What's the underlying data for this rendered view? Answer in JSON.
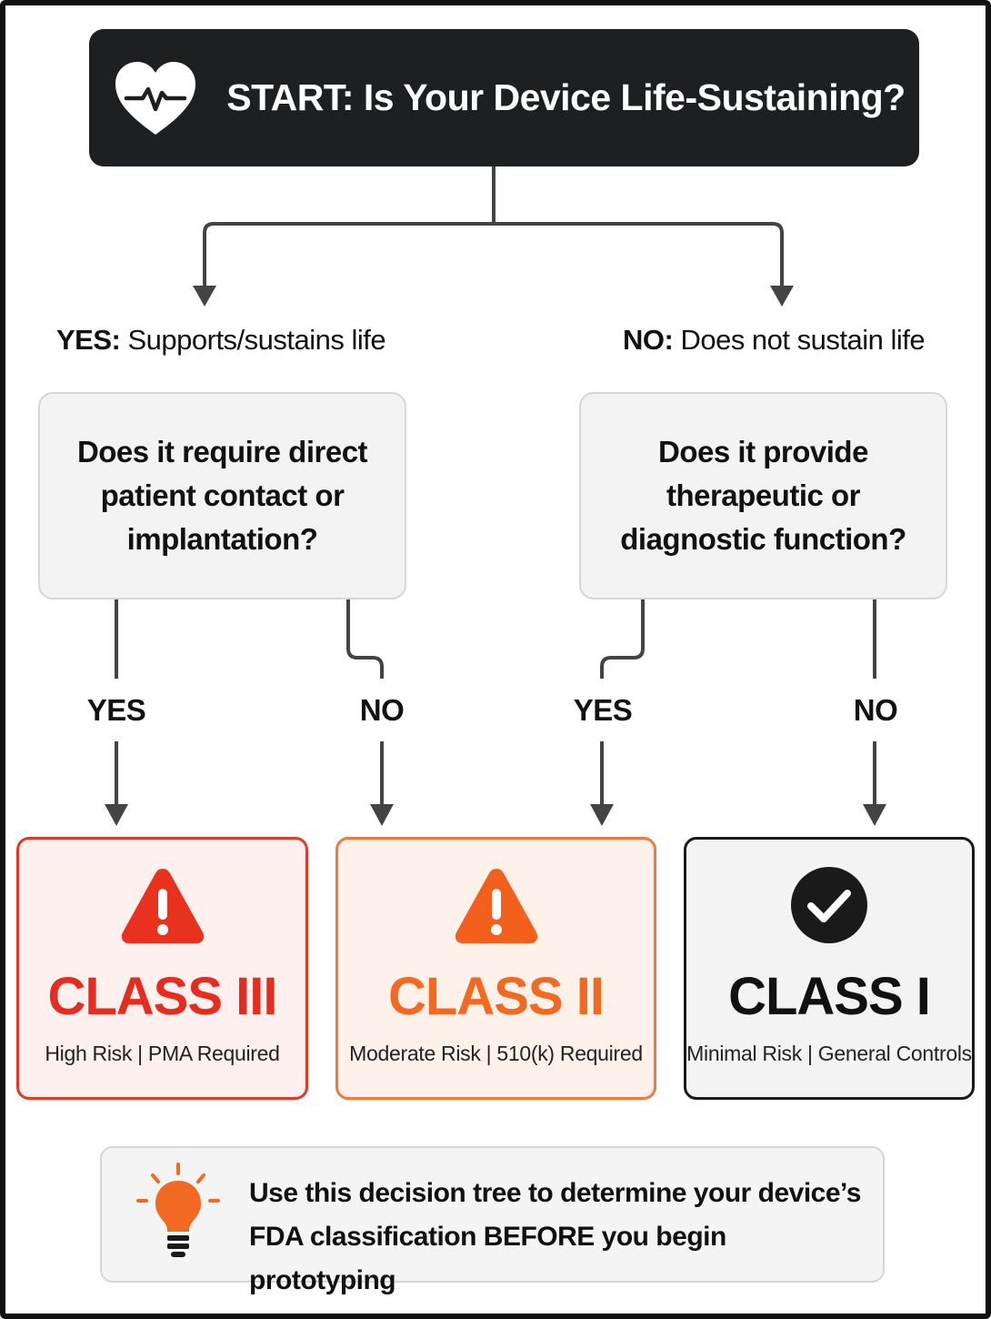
{
  "start": {
    "title": "START: Is Your Device Life-Sustaining?",
    "icon": "heart-pulse-icon"
  },
  "branches": {
    "yes": {
      "prefix": "YES:",
      "text": "Supports/sustains life"
    },
    "no": {
      "prefix": "NO:",
      "text": "Does not sustain life"
    }
  },
  "questions": {
    "left": "Does it require direct patient contact or implantation?",
    "right": "Does it provide therapeutic or diagnostic function?"
  },
  "answers": {
    "left_yes": "YES",
    "left_no": "NO",
    "right_yes": "YES",
    "right_no": "NO"
  },
  "classes": {
    "class_iii": {
      "name": "CLASS III",
      "subtitle": "High Risk | PMA Required",
      "icon": "warning-icon",
      "color": "#e52d1f"
    },
    "class_ii": {
      "name": "CLASS II",
      "subtitle": "Moderate Risk | 510(k) Required",
      "icon": "warning-icon",
      "color": "#f26a22"
    },
    "class_i": {
      "name": "CLASS I",
      "subtitle": "Minimal Risk | General Controls",
      "icon": "checkmark-icon",
      "color": "#111111"
    }
  },
  "tip": {
    "icon": "lightbulb-icon",
    "text": "Use this decision tree to determine your device’s FDA classification BEFORE you begin prototyping"
  }
}
